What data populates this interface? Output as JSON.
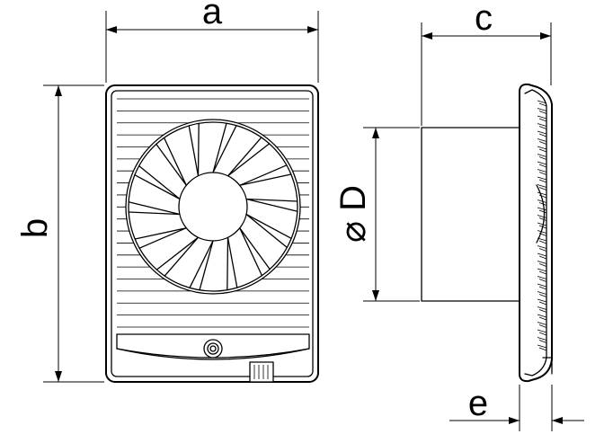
{
  "diagram": {
    "labels": {
      "a": "a",
      "b": "b",
      "c": "c",
      "d": "⌀ D",
      "e": "e"
    },
    "fan": {
      "blade_count": 14,
      "grille_slats": 20
    }
  }
}
